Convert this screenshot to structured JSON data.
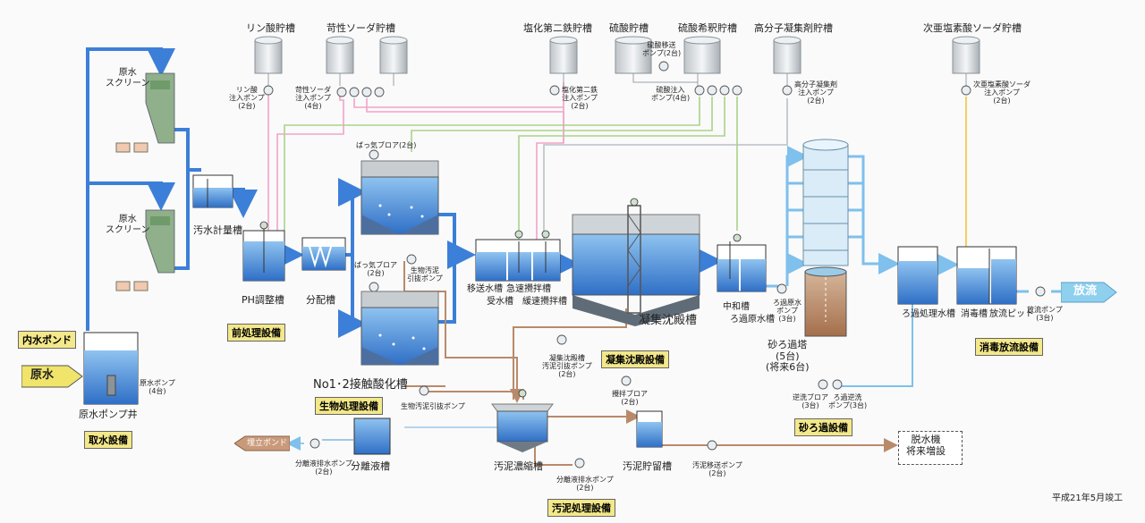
{
  "tanks": {
    "phosphoric": "リン酸貯槽",
    "caustic": "苛性ソーダ貯槽",
    "ferric": "塩化第二鉄貯槽",
    "sulfuric": "硫酸貯槽",
    "sulfuric_dilute": "硫酸希釈貯槽",
    "polymer": "高分子凝集剤貯槽",
    "hypochlorite": "次亜塩素酸ソーダ貯槽"
  },
  "pumps": {
    "phosphoric_1": "リン酸",
    "phosphoric_2": "注入ポンプ",
    "phosphoric_3": "(2台)",
    "caustic_1": "苛性ソーダ",
    "caustic_2": "注入ポンプ",
    "caustic_3": "(4台)",
    "ferric_1": "塩化第二鉄",
    "ferric_2": "注入ポンプ",
    "ferric_3": "(2台)",
    "sulfuric_transfer_1": "硫酸移送",
    "sulfuric_transfer_2": "ポンプ(2台)",
    "sulfuric_inject_1": "硫酸注入",
    "sulfuric_inject_2": "ポンプ(4台)",
    "polymer_1": "高分子凝集剤",
    "polymer_2": "注入ポンプ",
    "polymer_3": "(2台)",
    "hypo_1": "次亜塩素酸ソーダ",
    "hypo_2": "注入ポンプ",
    "hypo_3": "(2台)",
    "raw_1": "原水ポンプ",
    "raw_2": "(4台)",
    "bio_sludge_1": "生物汚泥",
    "bio_sludge_2": "引抜ポンプ",
    "bio_sludge_bottom": "生物汚泥引抜ポンプ",
    "coag_sludge_1": "凝集沈殿槽",
    "coag_sludge_2": "汚泥引抜ポンプ",
    "coag_sludge_3": "(2台)",
    "filtrate_raw_1": "ろ過原水",
    "filtrate_raw_2": "ポンプ",
    "filtrate_raw_3": "(3台)",
    "discharge_1": "放流ポンプ",
    "discharge_2": "(3台)",
    "backwash_1": "ろ過逆洗",
    "backwash_2": "ポンプ(3台)",
    "sep_drain_1": "分離液排水ポンプ",
    "sep_drain_2": "(2台)",
    "sep_conc_1": "分離液排水ポンプ",
    "sep_conc_2": "(2台)",
    "sludge_transfer_1": "汚泥移送ポンプ",
    "sludge_transfer_2": "(2台)"
  },
  "blowers": {
    "aeration_top": "ばっ気ブロア(2台)",
    "aeration_mid_1": "ばっ気ブロア",
    "aeration_mid_2": "(2台)",
    "backwash_1": "逆洗ブロア",
    "backwash_2": "(3台)",
    "stir_1": "攪拌ブロア",
    "stir_2": "(2台)"
  },
  "units": {
    "screen_1a": "原水",
    "screen_1b": "スクリーン",
    "screen_2a": "原水",
    "screen_2b": "スクリーン",
    "raw_well": "原水ポンプ井",
    "metering": "汚水計量槽",
    "ph": "PH調整槽",
    "distribution": "分配槽",
    "transfer_well": "移送水槽",
    "receiving": "受水槽",
    "rapid_mix": "急速攪拌槽",
    "slow_mix": "緩速攪拌槽",
    "coag_tank": "凝集沈殿槽",
    "neutral": "中和槽",
    "filtrate_raw": "ろ過原水槽",
    "sand_filter_1": "砂ろ過塔",
    "sand_filter_2": "(5台)",
    "sand_filter_3": "(将来6台)",
    "filtered": "ろ過処理水槽",
    "disinfect": "消毒槽",
    "discharge_pit": "放流ピット",
    "contact": "No1･2接触酸化槽",
    "thickener": "汚泥濃縮槽",
    "sludge_store": "汚泥貯留槽",
    "separation": "分離液槽",
    "dewater_1": "脱水機",
    "dewater_2": "将来増設"
  },
  "labels": {
    "inner_pond": "内水ポンド",
    "raw_water": "原水",
    "discharge": "放流",
    "landfill": "埋立ポンド"
  },
  "sections": {
    "intake": "取水設備",
    "pretreat": "前処理設備",
    "bio": "生物処理設備",
    "coag": "凝集沈殿設備",
    "sand": "砂ろ過設備",
    "disinfect": "消毒放流設備",
    "sludge": "汚泥処理設備"
  },
  "footer": "平成21年5月竣工",
  "colors": {
    "water": "#3c7fd8",
    "chem_pink": "#f2a3c8",
    "chem_green": "#a9d38a",
    "chem_yellow": "#f3c43a",
    "sludge": "#b98a6a",
    "section_bg": "#f3e88a"
  }
}
